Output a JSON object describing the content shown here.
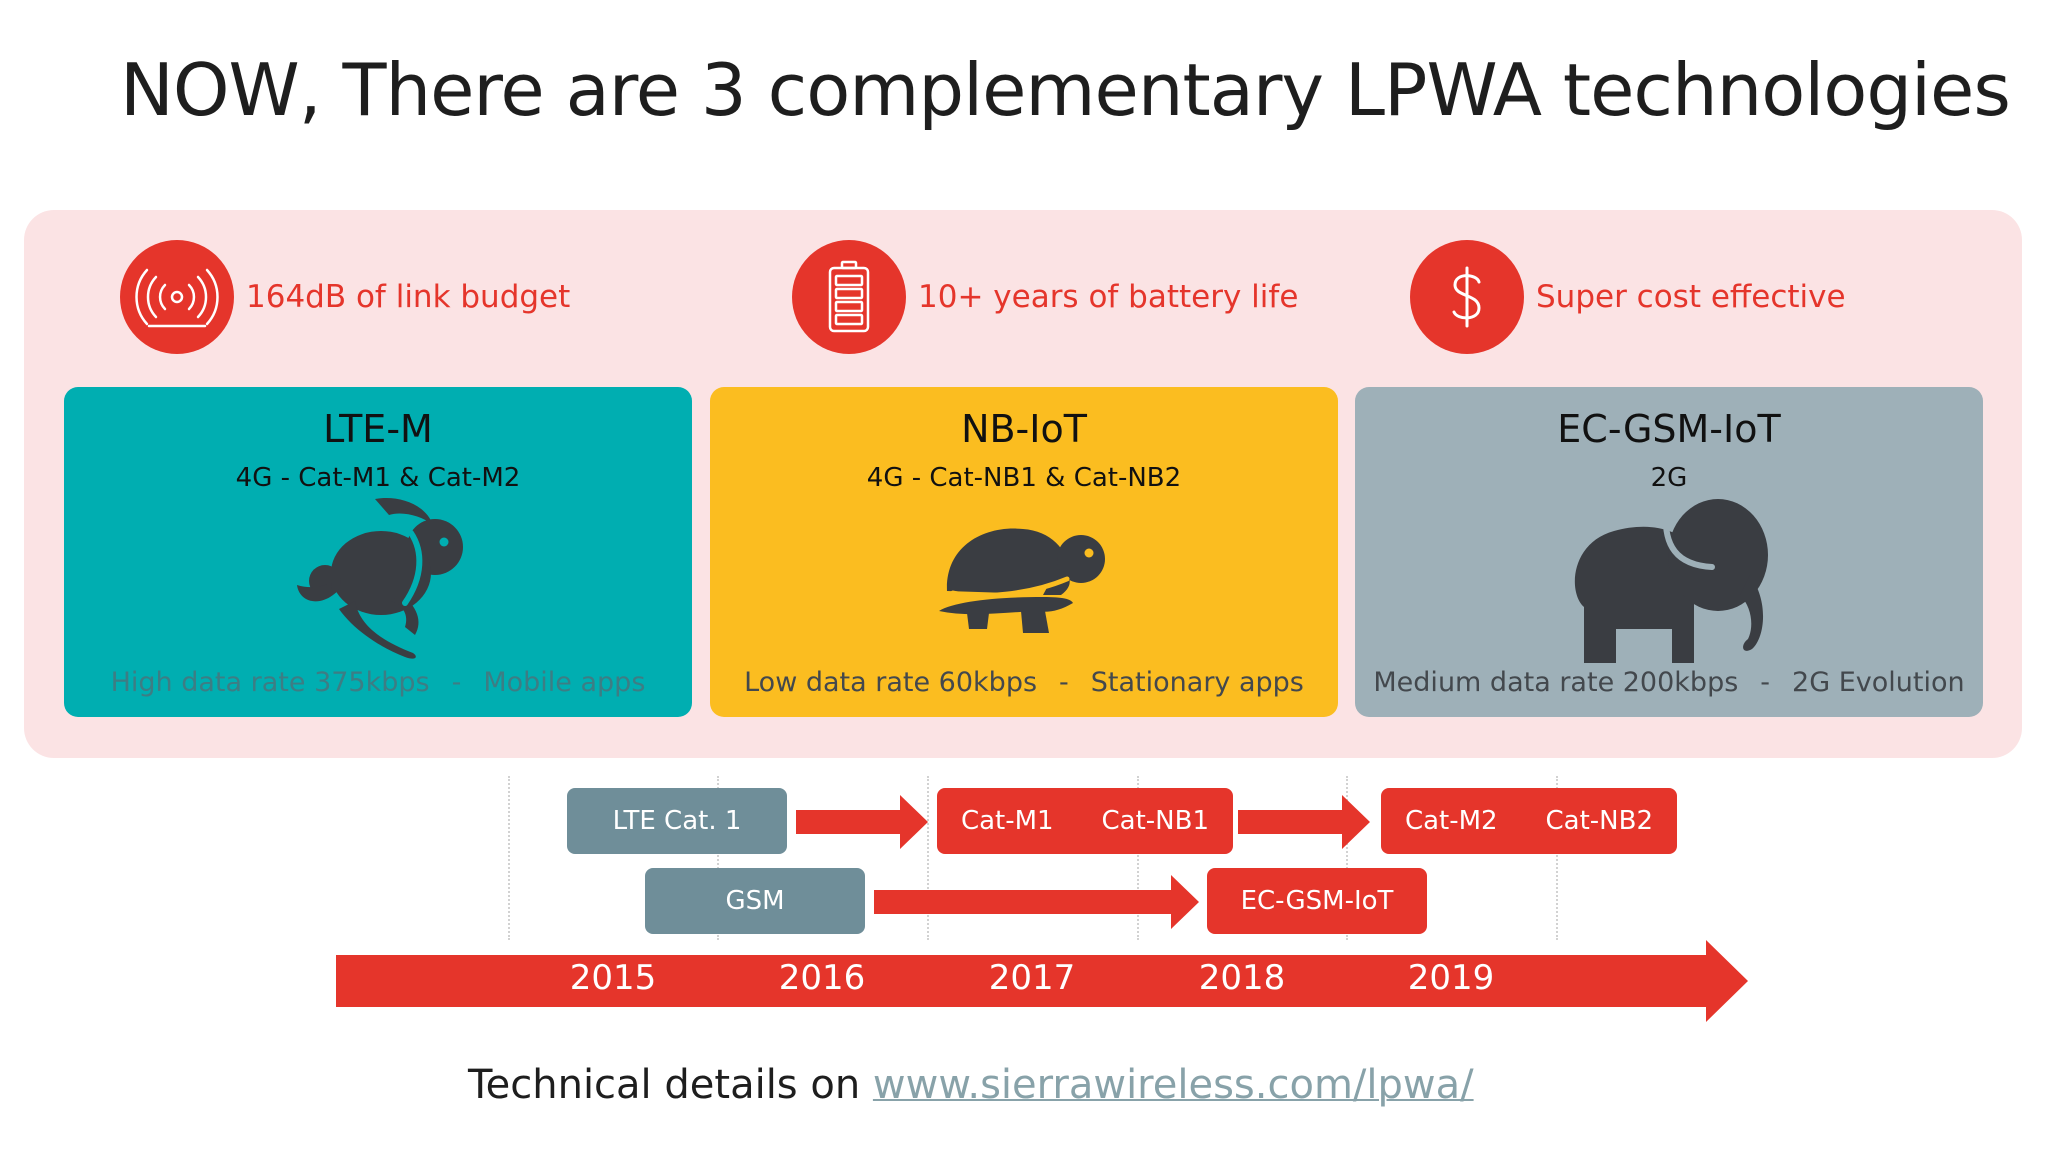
{
  "title": "NOW, There are 3 complementary LPWA technologies",
  "colors": {
    "accent_red": "#e5352b",
    "panel_pink": "#fbe3e4",
    "teal": "#00aeb1",
    "yellow": "#fbbd20",
    "gray": "#9eb0b8",
    "slate_box": "#6f8e99",
    "animal": "#3a3d42"
  },
  "features": [
    {
      "icon": "signal-icon",
      "text": "164dB of link budget"
    },
    {
      "icon": "battery-icon",
      "text": "10+ years of battery life"
    },
    {
      "icon": "dollar-icon",
      "text": "Super cost effective"
    }
  ],
  "cards": [
    {
      "name": "LTE-M",
      "subtitle": "4G - Cat-M1 & Cat-M2",
      "animal": "rabbit-icon",
      "rate": "High data rate 375kbps",
      "separator": "-",
      "use": "Mobile apps"
    },
    {
      "name": "NB-IoT",
      "subtitle": "4G - Cat-NB1 & Cat-NB2",
      "animal": "turtle-icon",
      "rate": "Low data rate 60kbps",
      "separator": "-",
      "use": "Stationary apps"
    },
    {
      "name": "EC-GSM-IoT",
      "subtitle": "2G",
      "animal": "elephant-icon",
      "rate": "Medium data rate 200kbps",
      "separator": "-",
      "use": "2G Evolution"
    }
  ],
  "timeline": {
    "row1": {
      "start": "LTE Cat. 1",
      "mid": [
        "Cat-M1",
        "Cat-NB1"
      ],
      "end": [
        "Cat-M2",
        "Cat-NB2"
      ]
    },
    "row2": {
      "start": "GSM",
      "end": "EC-GSM-IoT"
    },
    "years": [
      "2015",
      "2016",
      "2017",
      "2018",
      "2019"
    ]
  },
  "footer": {
    "prefix": "Technical details on ",
    "link": "www.sierrawireless.com/lpwa/"
  }
}
